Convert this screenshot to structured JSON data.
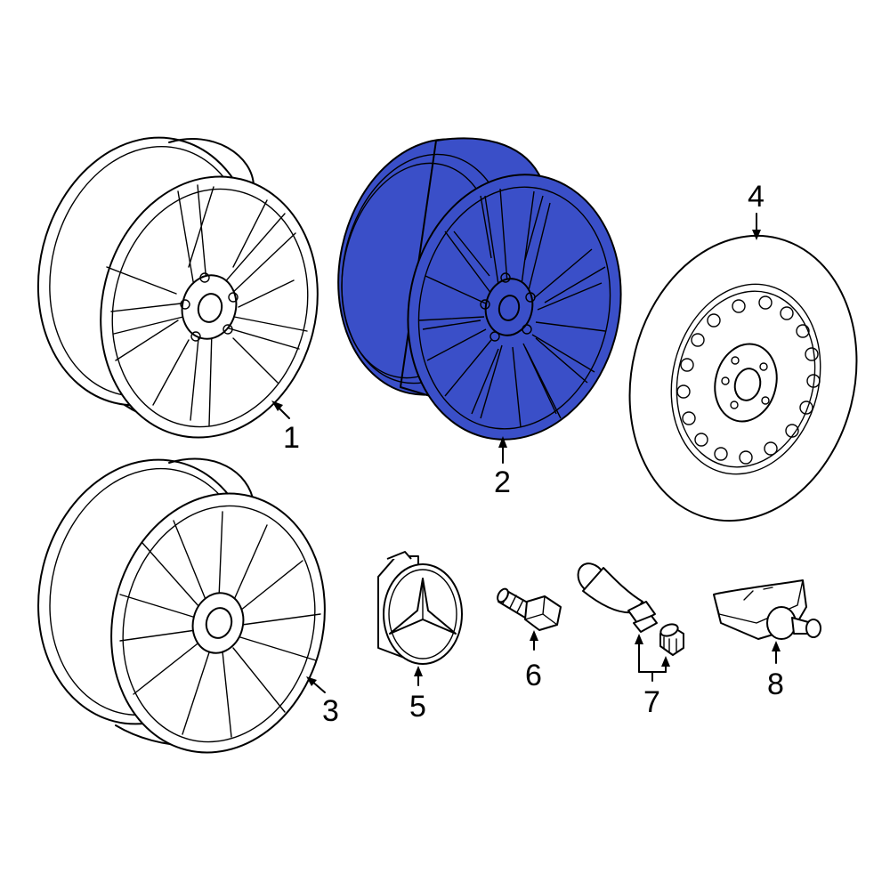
{
  "highlight_color": "#3a4fc8",
  "parts": [
    {
      "id": "wheel-1",
      "label": "1",
      "icon": "alloy-wheel-5-double-spoke",
      "highlighted": false
    },
    {
      "id": "wheel-2",
      "label": "2",
      "icon": "alloy-wheel-multi-spoke",
      "highlighted": true
    },
    {
      "id": "wheel-3",
      "label": "3",
      "icon": "alloy-wheel-10-spoke",
      "highlighted": false
    },
    {
      "id": "spare-4",
      "label": "4",
      "icon": "spare-tire-steel-wheel",
      "highlighted": false
    },
    {
      "id": "center-cap-5",
      "label": "5",
      "icon": "center-cap-star-emblem",
      "highlighted": false
    },
    {
      "id": "lug-bolt-6",
      "label": "6",
      "icon": "wheel-lug-bolt",
      "highlighted": false
    },
    {
      "id": "valve-7",
      "label": "7",
      "icon": "tire-valve-stem-and-cap",
      "highlighted": false
    },
    {
      "id": "tpms-8",
      "label": "8",
      "icon": "tire-pressure-sensor",
      "highlighted": false
    }
  ]
}
